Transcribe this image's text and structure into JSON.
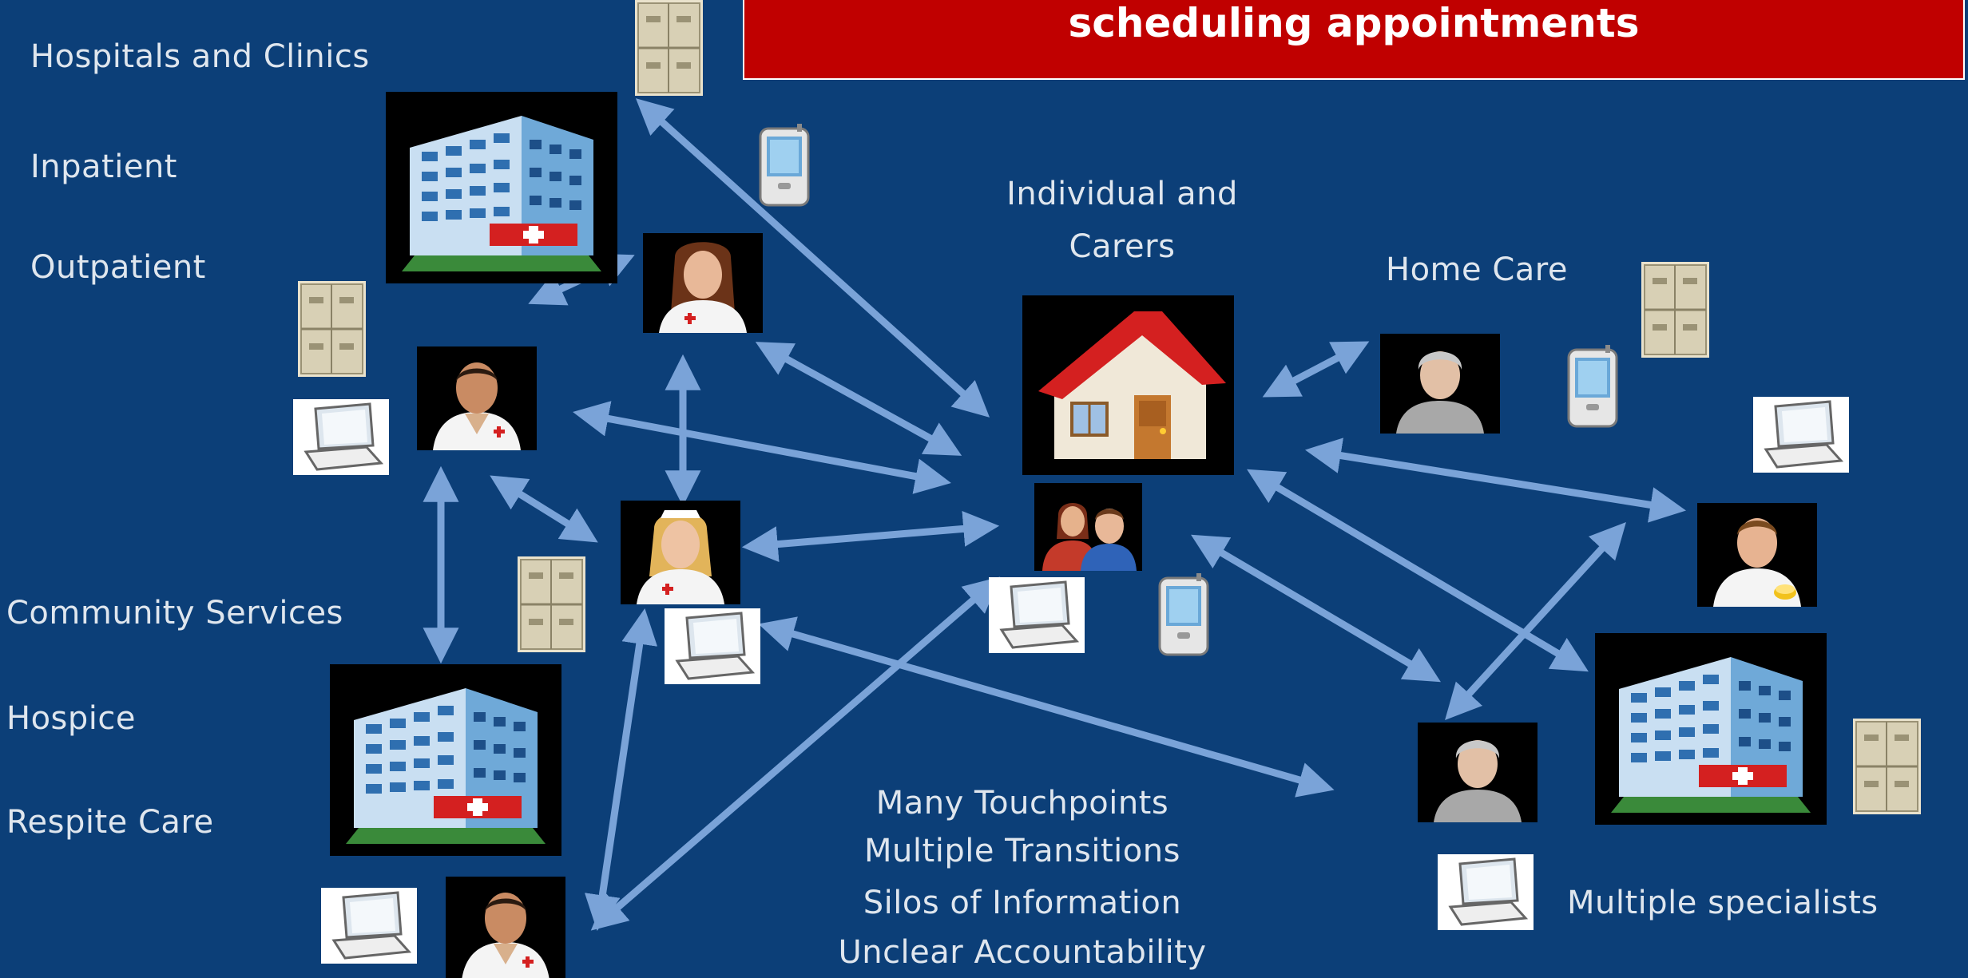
{
  "banner": {
    "text": "scheduling appointments",
    "color": "#c00000"
  },
  "background_color": "#0c3f78",
  "arrow_color": "#7aa3d8",
  "labels": {
    "hospitals": "Hospitals and Clinics",
    "inpatient": "Inpatient",
    "outpatient": "Outpatient",
    "individual_line1": "Individual and",
    "individual_line2": "Carers",
    "home_care": "Home Care",
    "community": "Community Services",
    "hospice": "Hospice",
    "respite": "Respite Care",
    "specialists": "Multiple specialists"
  },
  "summary": [
    "Many Touchpoints",
    "Multiple Transitions",
    "Silos of Information",
    "Unclear Accountability"
  ]
}
